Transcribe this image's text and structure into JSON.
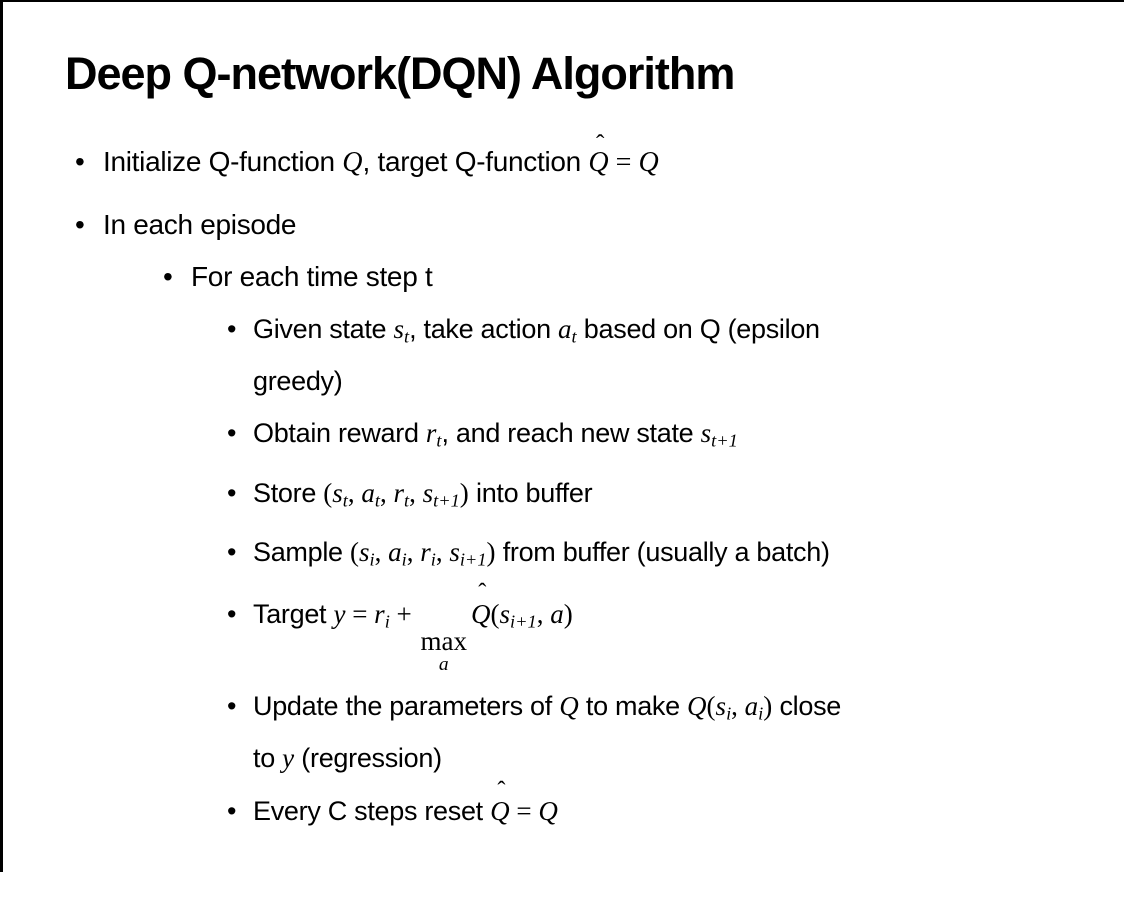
{
  "title": "Deep Q-network(DQN) Algorithm",
  "bullet_glyph": "•",
  "hat_glyph": "ˆ",
  "slide": {
    "b1": {
      "t1": "Initialize Q-function ",
      "q1": "Q",
      "t2": ", target Q-function ",
      "qhat": "Q",
      "eq": " = ",
      "q2": "Q"
    },
    "b2": "In each episode",
    "b3": "For each time step t",
    "b4": {
      "l1": {
        "t1": "Given state ",
        "v1": {
          "v": "s",
          "sub": "t"
        },
        "t2": ", take action ",
        "v2": {
          "v": "a",
          "sub": "t"
        },
        "t3": " based on Q (epsilon"
      },
      "l2": "greedy)"
    },
    "b5": {
      "t1": "Obtain reward ",
      "v1": {
        "v": "r",
        "sub": "t"
      },
      "t2": ", and reach new state ",
      "v2": {
        "v": "s",
        "sub": "t+1"
      }
    },
    "b6": {
      "t1": "Store ",
      "open": "(",
      "v1": {
        "v": "s",
        "sub": "t"
      },
      "c1": ", ",
      "v2": {
        "v": "a",
        "sub": "t"
      },
      "c2": ", ",
      "v3": {
        "v": "r",
        "sub": "t"
      },
      "c3": ", ",
      "v4": {
        "v": "s",
        "sub": "t+1"
      },
      "close": ")",
      "t2": " into buffer"
    },
    "b7": {
      "t1": "Sample ",
      "open": "(",
      "v1": {
        "v": "s",
        "sub": "i"
      },
      "c1": ", ",
      "v2": {
        "v": "a",
        "sub": "i"
      },
      "c2": ", ",
      "v3": {
        "v": "r",
        "sub": "i"
      },
      "c3": ", ",
      "v4": {
        "v": "s",
        "sub": "i+1"
      },
      "close": ")",
      "t2": " from buffer (usually a batch)"
    },
    "b8": {
      "t1": "Target ",
      "y": "y",
      "eq": " = ",
      "r": {
        "v": "r",
        "sub": "i"
      },
      "plus": " + ",
      "max": "max",
      "under": "a",
      "qhat": "Q",
      "open": "(",
      "s": {
        "v": "s",
        "sub": "i+1"
      },
      "comma": ", ",
      "a": "a",
      "close": ")"
    },
    "b9": {
      "l1": {
        "t1": "Update the parameters of ",
        "q1": "Q",
        "t2": " to make ",
        "q2": "Q",
        "open": "(",
        "s": {
          "v": "s",
          "sub": "i"
        },
        "comma": ", ",
        "a": {
          "v": "a",
          "sub": "i"
        },
        "close": ")",
        "t3": " close"
      },
      "l2": {
        "t1": "to ",
        "y": "y",
        "t2": " (regression)"
      }
    },
    "b10": {
      "t1": "Every C steps reset ",
      "qhat": "Q",
      "eq": " = ",
      "q": "Q"
    }
  }
}
